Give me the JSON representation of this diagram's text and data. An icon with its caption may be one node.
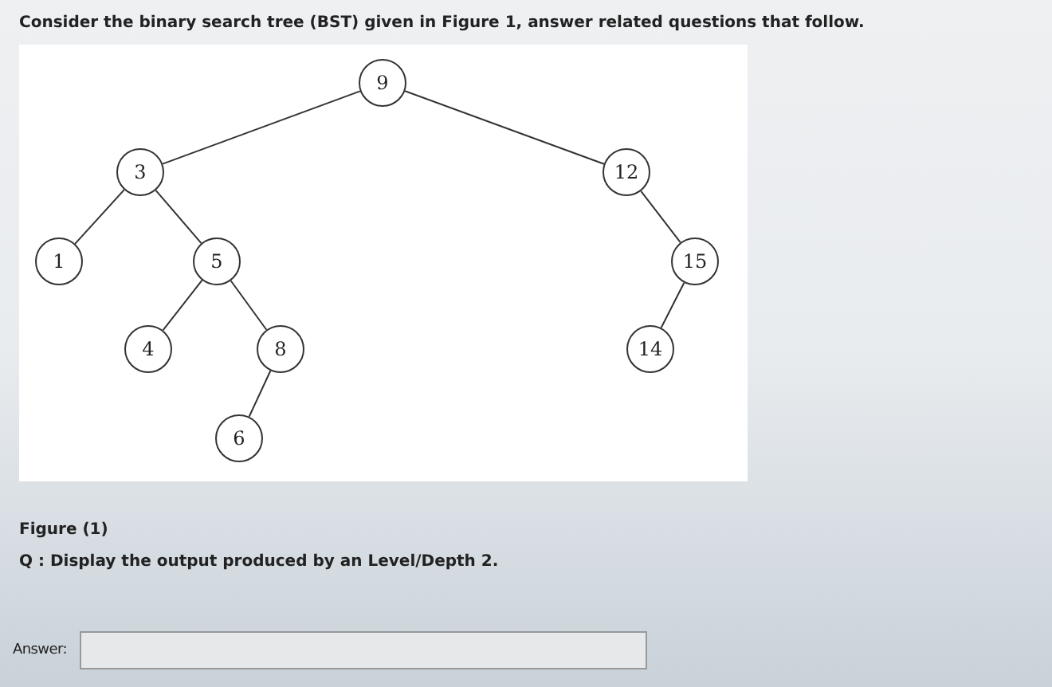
{
  "diagram": {
    "title": "Consider the binary search tree (BST) given in Figure 1, answer related questions that follow.",
    "nodes": [
      {
        "text": [
          "9"
        ]
      },
      {
        "text": [
          "3"
        ]
      },
      {
        "text": [
          "12"
        ]
      },
      {
        "text": [
          "1"
        ]
      },
      {
        "text": [
          "5"
        ]
      },
      {
        "text": [
          "15"
        ]
      },
      {
        "text": [
          "4"
        ]
      },
      {
        "text": [
          "8"
        ]
      },
      {
        "text": [
          "14"
        ]
      },
      {
        "text": [
          "6"
        ]
      }
    ],
    "edges": [
      {
        "from": 0,
        "to": 1,
        "arrow": "none"
      },
      {
        "from": 0,
        "to": 2,
        "arrow": "none"
      },
      {
        "from": 1,
        "to": 3,
        "arrow": "none"
      },
      {
        "from": 1,
        "to": 4,
        "arrow": "none"
      },
      {
        "from": 2,
        "to": 5,
        "arrow": "none"
      },
      {
        "from": 4,
        "to": 6,
        "arrow": "none"
      },
      {
        "from": 4,
        "to": 7,
        "arrow": "none"
      },
      {
        "from": 5,
        "to": 8,
        "arrow": "none"
      },
      {
        "from": 7,
        "to": 9,
        "arrow": "none"
      }
    ],
    "labels": [
      "Figure (1)",
      "Q : Display the output produced by an Level/Depth 2.",
      "Answer:"
    ]
  }
}
